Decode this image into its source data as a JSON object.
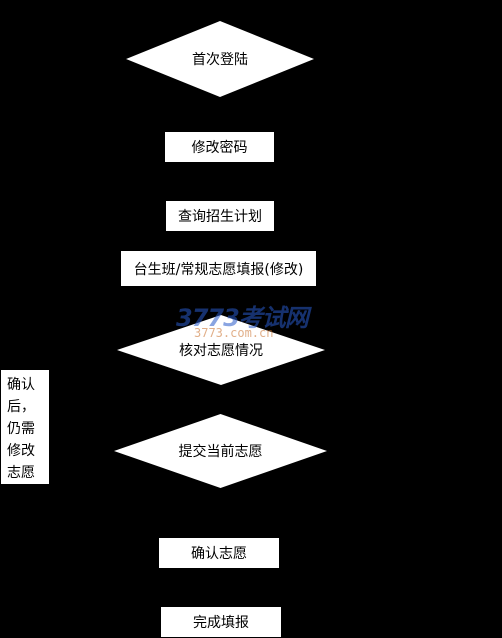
{
  "flowchart": {
    "steps": [
      {
        "label": "首次登陆",
        "shape": "diamond"
      },
      {
        "label": "修改密码",
        "shape": "box"
      },
      {
        "label": "查询招生计划",
        "shape": "box"
      },
      {
        "label": "台生班/常规志愿填报(修改)",
        "shape": "box"
      },
      {
        "label": "核对志愿情况",
        "shape": "diamond"
      },
      {
        "label": "提交当前志愿",
        "shape": "diamond"
      },
      {
        "label": "确认志愿",
        "shape": "box"
      },
      {
        "label": "完成填报",
        "shape": "box"
      }
    ],
    "side_note": "确认后，仍需修改志愿"
  },
  "watermark": {
    "main": "3773考试网",
    "sub": "3773.com.cn"
  },
  "colors": {
    "background": "#000000",
    "node_fill": "#ffffff",
    "text": "#000000"
  }
}
